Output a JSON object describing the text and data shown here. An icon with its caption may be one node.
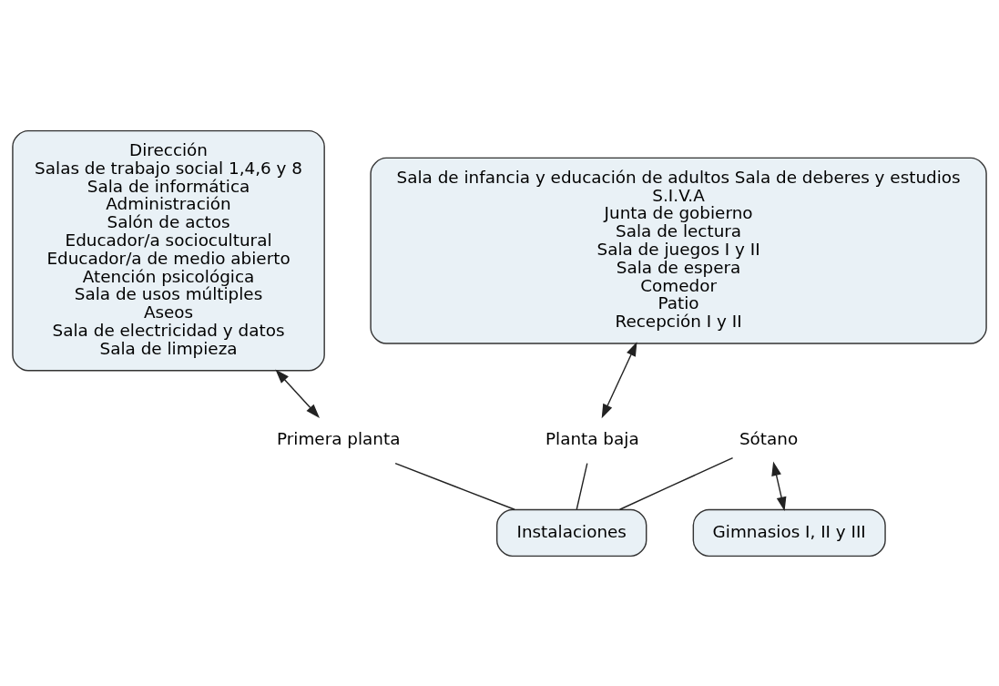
{
  "diagram": {
    "nodes": [
      {
        "text": [
          "Sala de infancia y educación de adultos Sala de deberes y estudios",
          "S.I.V.A",
          "Junta de gobierno",
          "Sala de lectura",
          "Sala de juegos I y II",
          "Sala de espera",
          "Comedor",
          "Patio",
          "Recepción I y II"
        ]
      },
      {
        "text": [
          "Dirección",
          "Salas de trabajo social 1,4,6 y 8",
          "Sala de informática",
          "Administración",
          "Salón de actos",
          "Educador/a sociocultural",
          "Educador/a de medio abierto",
          "Atención psicológica",
          "Sala de usos múltiples",
          "Aseos",
          "Sala de electricidad y datos",
          "Sala de limpieza"
        ]
      },
      {
        "text": [
          "Primera planta"
        ]
      },
      {
        "text": [
          "Planta baja"
        ]
      },
      {
        "text": [
          "Instalaciones"
        ]
      },
      {
        "text": [
          "Sótano"
        ]
      },
      {
        "text": [
          "Gimnasios I, II y III"
        ]
      }
    ],
    "edges": [
      {
        "from": 4,
        "to": 2,
        "arrow": "none"
      },
      {
        "from": 2,
        "to": 1,
        "arrow": "both"
      },
      {
        "from": 4,
        "to": 3,
        "arrow": "none"
      },
      {
        "from": 3,
        "to": 0,
        "arrow": "both"
      },
      {
        "from": 4,
        "to": 5,
        "arrow": "none"
      },
      {
        "from": 5,
        "to": 6,
        "arrow": "both"
      }
    ]
  }
}
